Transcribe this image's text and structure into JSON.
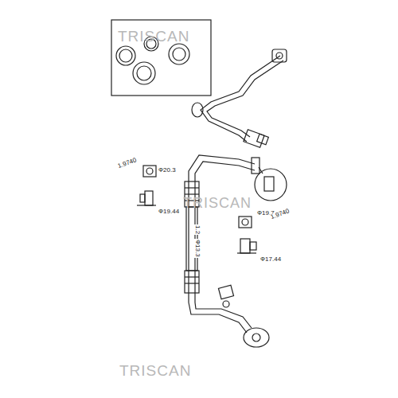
{
  "diagram": {
    "labels": [
      "TRISCAN",
      "1.9740",
      "Ф20.3",
      "Ф19.44",
      "TRISCAN",
      "Ф13.3",
      "1.2",
      "Ф19.7",
      "1.9740",
      "Ф17.44",
      "TRISCAN"
    ]
  }
}
